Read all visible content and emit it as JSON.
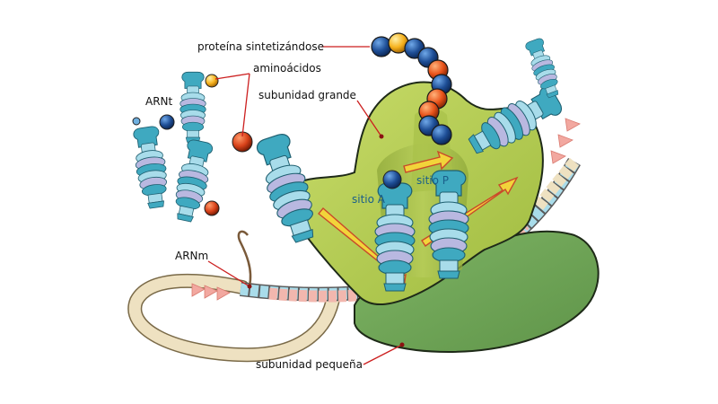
{
  "labels": {
    "protein": "proteína sintetizándose",
    "amino_acids": "aminoácidos",
    "trna": "ARNt",
    "large_subunit": "subunidad grande",
    "site_a": "sitio A",
    "site_p": "sitio P",
    "mrna": "ARNm",
    "small_subunit": "subunidad pequeña"
  },
  "colors": {
    "large_subunit": "#b9cf55",
    "small_subunit": "#6fa655",
    "trna_teal": "#3fa9c0",
    "trna_light": "#a8dcea",
    "trna_lavender": "#b9b8e0",
    "mrna_cream": "#eee1c1",
    "mrna_blue": "#a9dcea",
    "mrna_pink": "#f2b7ae",
    "amino_blue": "#1e4e96",
    "amino_orange": "#e8531a",
    "amino_yellow": "#f6b21e",
    "leader_line": "#cc1f1f",
    "arrow_yellow": "#f2d43a"
  }
}
